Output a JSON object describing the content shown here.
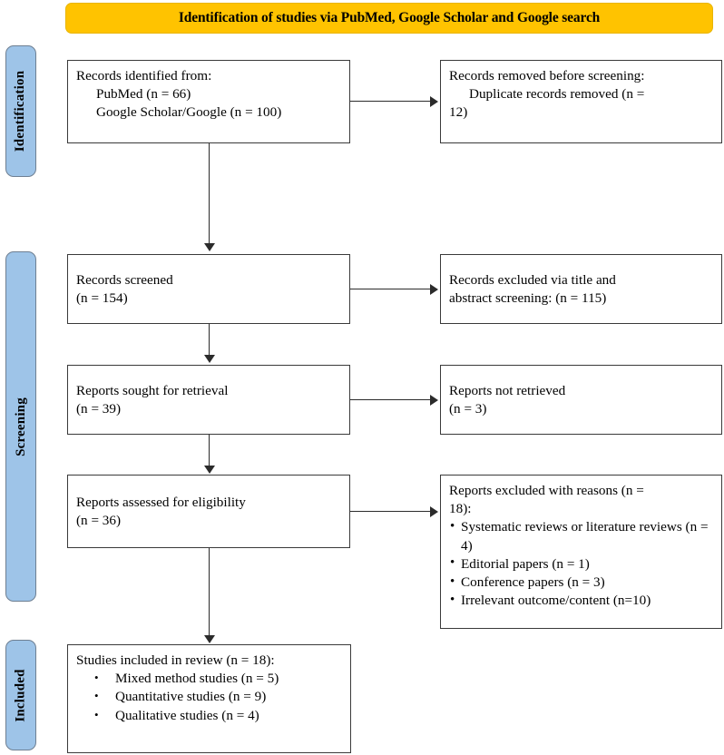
{
  "header": {
    "title": "Identification of studies via PubMed, Google Scholar and Google search",
    "background_color": "#FFC300"
  },
  "stages": {
    "accent_color": "#9EC4E8",
    "identification": "Identification",
    "screening": "Screening",
    "included": "Included"
  },
  "boxes": {
    "identified": {
      "line1": "Records identified from:",
      "line2": "PubMed (n = 66)",
      "line3": "Google Scholar/Google (n = 100)"
    },
    "removed": {
      "line1": "Records removed before screening:",
      "line2": "Duplicate records removed (n =",
      "line3": "12)"
    },
    "screened": {
      "line1": "Records screened",
      "line2": "(n = 154)"
    },
    "excluded_screening": {
      "line1": "Records excluded via title and",
      "line2": "abstract screening: (n = 115)"
    },
    "sought": {
      "line1": "Reports sought for retrieval",
      "line2": "(n = 39)"
    },
    "not_retrieved": {
      "line1": "Reports not retrieved",
      "line2": "(n = 3)"
    },
    "eligibility": {
      "line1": "Reports assessed for eligibility",
      "line2": "(n = 36)"
    },
    "excluded_reasons": {
      "line1": "Reports excluded with reasons (n =",
      "line2": "18):",
      "bullets": [
        "Systematic reviews or literature reviews (n = 4)",
        "Editorial papers (n = 1)",
        "Conference papers (n = 3)",
        "Irrelevant outcome/content (n=10)"
      ]
    },
    "included": {
      "line1": "Studies included in review (n = 18):",
      "bullets": [
        "Mixed method studies (n = 5)",
        "Quantitative studies (n = 9)",
        "Qualitative studies (n = 4)"
      ]
    }
  }
}
